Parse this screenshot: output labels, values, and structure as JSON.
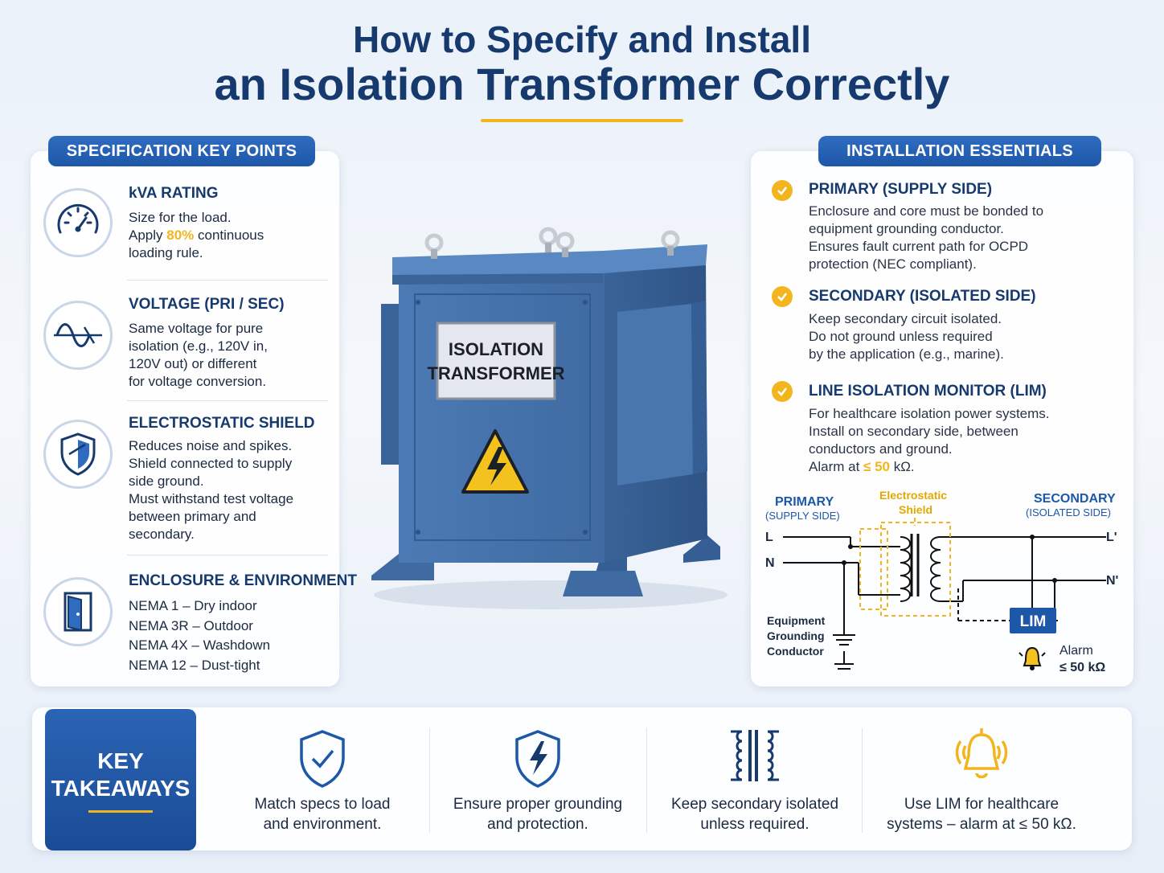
{
  "title": {
    "line1": "How to Specify and Install",
    "line2": "an Isolation Transformer Correctly"
  },
  "spec": {
    "tab": "SPECIFICATION KEY POINTS",
    "items": [
      {
        "icon": "gauge-icon",
        "head": "kVA RATING",
        "body_pre": "Size for the load.\nApply ",
        "body_hl": "80%",
        "body_post": " continuous\nloading rule."
      },
      {
        "icon": "sine-wave-icon",
        "head": "VOLTAGE (PRI / SEC)",
        "body": "Same voltage for pure\nisolation (e.g., 120V in,\n120V out) or different\nfor voltage conversion."
      },
      {
        "icon": "shield-icon",
        "head": "ELECTROSTATIC SHIELD",
        "body": "Reduces noise and spikes.\nShield connected to supply\nside ground.\nMust withstand test voltage\nbetween primary and\nsecondary."
      },
      {
        "icon": "door-enclosure-icon",
        "head": "ENCLOSURE & ENVIRONMENT",
        "body": "NEMA 1 – Dry indoor\nNEMA 3R – Outdoor\nNEMA 4X – Washdown\nNEMA 12 – Dust-tight"
      }
    ]
  },
  "transformer": {
    "plate_line1": "ISOLATION",
    "plate_line2": "TRANSFORMER"
  },
  "install": {
    "tab": "INSTALLATION ESSENTIALS",
    "items": [
      {
        "head": "PRIMARY (SUPPLY SIDE)",
        "body": "Enclosure and core must be bonded to\nequipment grounding conductor.\nEnsures fault current path for OCPD\nprotection (NEC compliant)."
      },
      {
        "head": "SECONDARY (ISOLATED SIDE)",
        "body": "Keep secondary circuit isolated.\nDo not ground unless required\nby the application (e.g., marine)."
      },
      {
        "head": "LINE ISOLATION MONITOR (LIM)",
        "body_pre": "For healthcare isolation power systems.\nInstall on secondary side, between\nconductors and ground.\nAlarm at ",
        "body_hl": "≤ 50",
        "body_post": " kΩ."
      }
    ]
  },
  "diagram": {
    "primary": "PRIMARY",
    "primary_sub": "(SUPPLY SIDE)",
    "shield": "Electrostatic",
    "shield_sub": "Shield",
    "secondary": "SECONDARY",
    "secondary_sub": "(ISOLATED SIDE)",
    "L": "L",
    "N": "N",
    "L2": "L'",
    "N2": "N'",
    "egc1": "Equipment",
    "egc2": "Grounding",
    "egc3": "Conductor",
    "lim": "LIM",
    "alarm1": "Alarm",
    "alarm2": "≤ 50 kΩ"
  },
  "takeaways": {
    "title1": "KEY",
    "title2": "TAKEAWAYS",
    "items": [
      {
        "icon": "shield-check-icon",
        "line1": "Match specs to load",
        "line2": "and environment."
      },
      {
        "icon": "shield-bolt-icon",
        "line1": "Ensure proper grounding",
        "line2": "and protection."
      },
      {
        "icon": "transformer-coil-icon",
        "line1": "Keep secondary isolated",
        "line2": "unless required."
      },
      {
        "icon": "alarm-bell-icon",
        "line1": "Use LIM for healthcare",
        "line2": "systems – alarm at ≤ 50 kΩ."
      }
    ]
  },
  "colors": {
    "navy": "#173a6e",
    "blue": "#1d57a8",
    "accent": "#f2b51e",
    "transformer": "#4a77b0"
  }
}
